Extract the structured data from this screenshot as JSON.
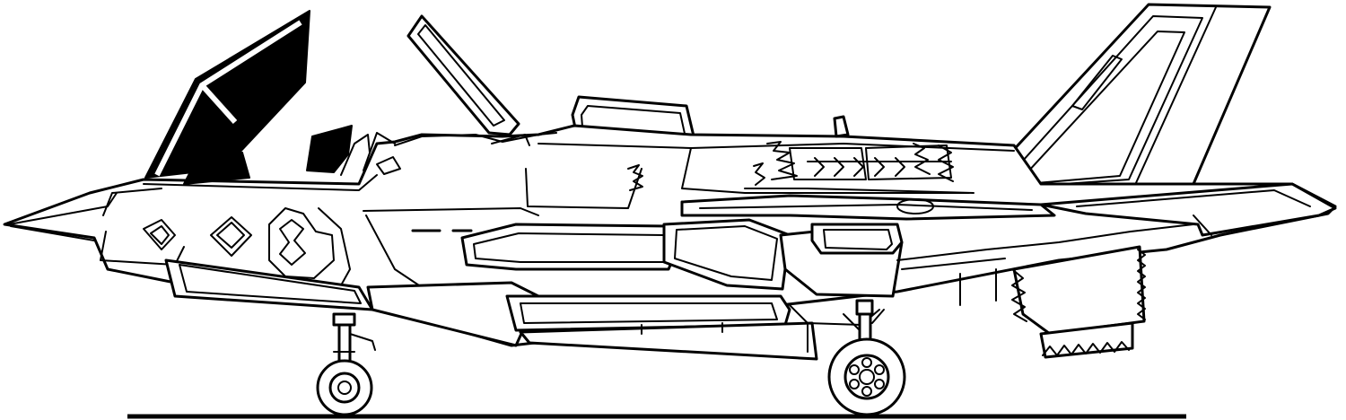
{
  "illustration": {
    "subject": "stovl-stealth-fighter-side-view",
    "canopy_state": "open",
    "lift_fan_doors": "open",
    "landing_gear": "extended",
    "colors": {
      "line": "#000000",
      "background": "#ffffff"
    }
  }
}
